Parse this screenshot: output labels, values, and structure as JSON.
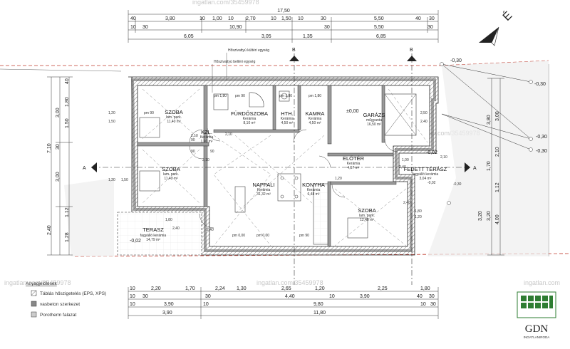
{
  "watermarks": [
    "ingatlan.com/35459978",
    "ingatlan.com/35459978",
    "ingatlan.com/35459978",
    "ingatlan.com/35459978",
    "ingatlan.com"
  ],
  "north_label": "É",
  "dims_top": {
    "overall": "17,50",
    "row1": [
      "40",
      "3,80",
      "10",
      "1,00",
      "10",
      "2,70",
      "10",
      "1,50",
      "10",
      "30",
      "5,50",
      "40",
      "30"
    ],
    "row2": [
      "10",
      "30",
      "10,90",
      "30",
      "5,50",
      "30"
    ],
    "row3": [
      "6,05",
      "3,05",
      "1,35",
      "6,85"
    ]
  },
  "dims_bottom": {
    "row1": [
      "10",
      "2,20",
      "1,70",
      "2,24",
      "1,30",
      "2,65",
      "1,20",
      "2,25",
      "1,80"
    ],
    "row2": [
      "10",
      "30",
      "30",
      "4,40",
      "10",
      "3,90",
      "40",
      "30"
    ],
    "row3": [
      "10",
      "3,90",
      "10",
      "9,80",
      "10",
      "30"
    ],
    "row4": [
      "3,90",
      "11,80"
    ]
  },
  "dims_left": [
    "40",
    "1,80",
    "1,50",
    "3,00",
    "30",
    "7,10",
    "3,00",
    "1,12",
    "2,40",
    "1,28"
  ],
  "dims_right": [
    "-0,30",
    "-0,30",
    "-0,30",
    "-0,30",
    "3,00",
    "3,80",
    "2,10",
    "1,70",
    "1,12",
    "3,20",
    "4,00",
    "3,20"
  ],
  "rooms": [
    {
      "name": "SZOBA",
      "sub": "lam. park.",
      "area": "11,40 m²"
    },
    {
      "name": "FÜRDŐSZOBA",
      "sub": "Kerámia",
      "area": "8,10 m²"
    },
    {
      "name": "HTH.",
      "sub": "Kerámia",
      "area": "4,50 m²"
    },
    {
      "name": "KAMRA",
      "sub": "Kerámia",
      "area": "4,50 m²"
    },
    {
      "name": "GARÁZS",
      "sub": "műgyanta",
      "area": "16,50 m²"
    },
    {
      "name": "KZL.",
      "sub": "Kerámia",
      "area": "1,90 m²"
    },
    {
      "name": "SZOBA",
      "sub": "lam. park.",
      "area": "11,40 m²"
    },
    {
      "name": "NAPPALI",
      "sub": "Kerámia",
      "area": "31,32 m²"
    },
    {
      "name": "KONYHA",
      "sub": "Kerámia",
      "area": "6,48 m²"
    },
    {
      "name": "ELŐTÉR",
      "sub": "Kerámia",
      "area": "4,57 m²"
    },
    {
      "name": "FEDETT TÉRÁSZ",
      "sub": "fagyálló kerámia",
      "area": "3,04 m²"
    },
    {
      "name": "SZOBA",
      "sub": "lam. park.",
      "area": "12,48 m²"
    },
    {
      "name": "TERASZ",
      "sub": "fagyálló kerámia",
      "area": "14,79 m²"
    }
  ],
  "annotations": {
    "outer_insulation": "Hőszivattyú kültéri egység",
    "inner_unit": "Hőszivattyú beltéri egység",
    "level_zero": "±0,00",
    "level_terrace": "-0,02",
    "level_cover": "-0,02",
    "pm_labels": [
      "pm 90",
      "pm 1,80",
      "pm 90",
      "pm 1,80",
      "pm 1,80",
      "pm 0,00",
      "pm 0,00",
      "pm 90"
    ],
    "section_a": "A",
    "section_b": "B",
    "inner_dims": [
      "1,20",
      "1,50",
      "2,10",
      "90",
      "2,10",
      "90",
      "90",
      "2,10",
      "1,20",
      "1,80",
      "2,40",
      "2,40",
      "1,80",
      "1,20",
      "2,40",
      "1,20",
      "2,40",
      "2,10",
      "1,00",
      "2,50",
      "2,40",
      "-0,02",
      "-0,30",
      "1,50"
    ]
  },
  "legend": {
    "title": "Anyagjelölések",
    "items": [
      {
        "label": "Táblás hőszigetelés (EPS, XPS)",
        "swatch": "hatch"
      },
      {
        "label": "vasbeton szerkezet",
        "swatch": "#888888"
      },
      {
        "label": "Porotherm falazat",
        "swatch": "#cccccc"
      }
    ]
  },
  "logo": {
    "text": "GDN",
    "sub": "INGATLANIRODA",
    "color": "#2e7d32"
  }
}
